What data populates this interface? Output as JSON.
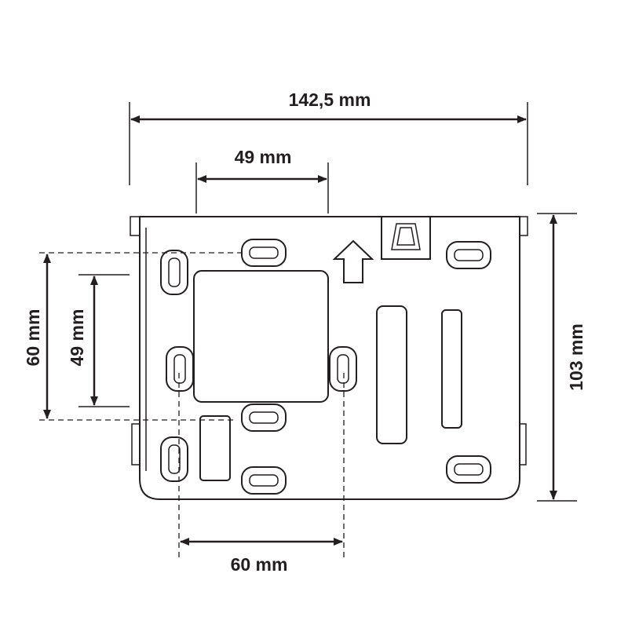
{
  "dimensions": {
    "overall_width": "142,5 mm",
    "top_hole_spacing": "49 mm",
    "overall_height": "103 mm",
    "left_outer_spacing": "60 mm",
    "left_inner_spacing": "49 mm",
    "bottom_hole_spacing": "60 mm"
  },
  "colors": {
    "line": "#231f20",
    "background": "#ffffff"
  }
}
